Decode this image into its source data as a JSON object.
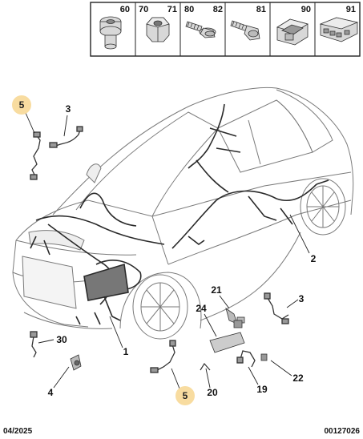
{
  "parts_table": [
    {
      "a": "60",
      "b": ""
    },
    {
      "a": "70",
      "b": "71"
    },
    {
      "a": "80",
      "b": "82"
    },
    {
      "a": "81",
      "b": ""
    },
    {
      "a": "90",
      "b": ""
    },
    {
      "a": "91",
      "b": ""
    }
  ],
  "callouts": {
    "c5_top": "5",
    "c3_top": "3",
    "c2": "2",
    "c21": "21",
    "c3_right": "3",
    "c24": "24",
    "c1": "1",
    "c30": "30",
    "c22": "22",
    "c4": "4",
    "c5_bottom": "5",
    "c20": "20",
    "c19": "19"
  },
  "footer": {
    "date": "04/2025",
    "code": "00127026"
  },
  "colors": {
    "highlight": "#f8dca0",
    "line": "#2a2a2a"
  }
}
